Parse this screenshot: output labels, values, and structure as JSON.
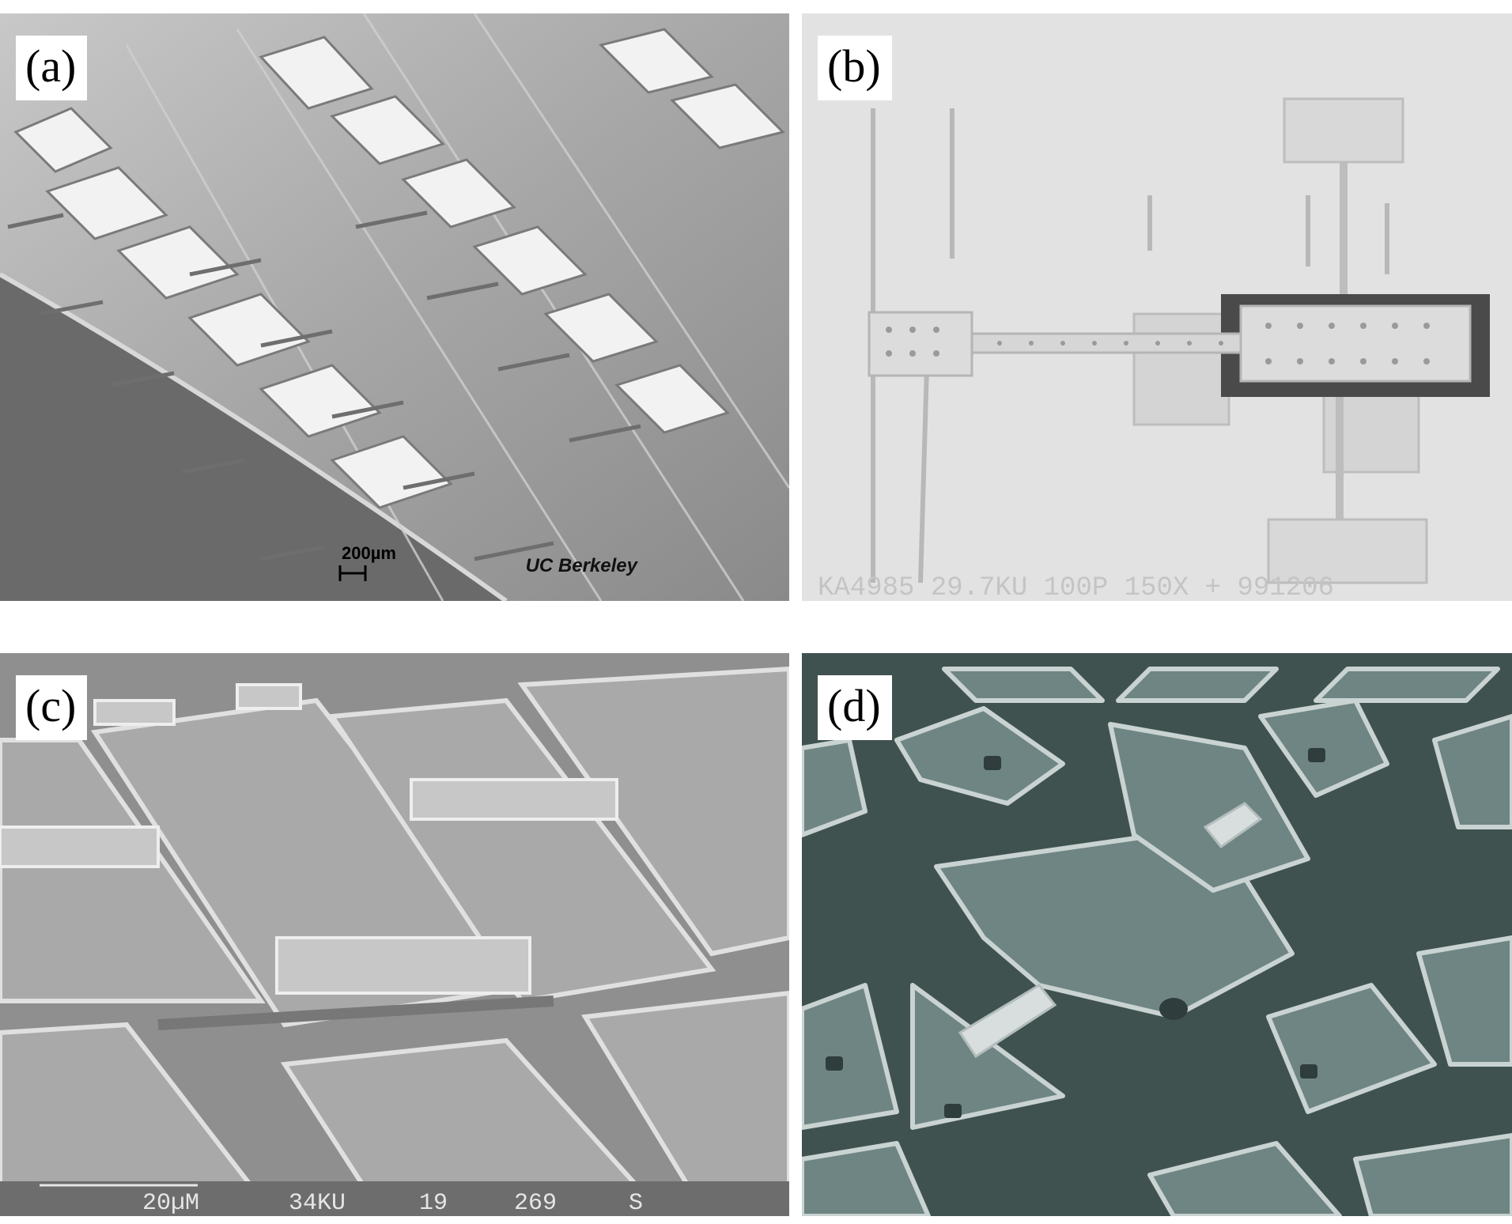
{
  "figure": {
    "panels": [
      {
        "label": "(a)",
        "overlays": {
          "scale_bar": "200µm",
          "credit": "UC Berkeley"
        }
      },
      {
        "label": "(b)",
        "overlays": {
          "sem_info": "KA4985 29.7KU 100P 150X + 991206"
        }
      },
      {
        "label": "(c)",
        "overlays": {
          "sem_footer": [
            "20µM",
            "34KU",
            "19",
            "269",
            "S"
          ]
        }
      },
      {
        "label": "(d)"
      }
    ]
  },
  "colors": {
    "background": "#ffffff",
    "panel_a_base": "#9a9a9a",
    "panel_b_base": "#e2e2e2",
    "panel_c_base": "#8f8f8f",
    "panel_d_base": "#5f7472"
  }
}
